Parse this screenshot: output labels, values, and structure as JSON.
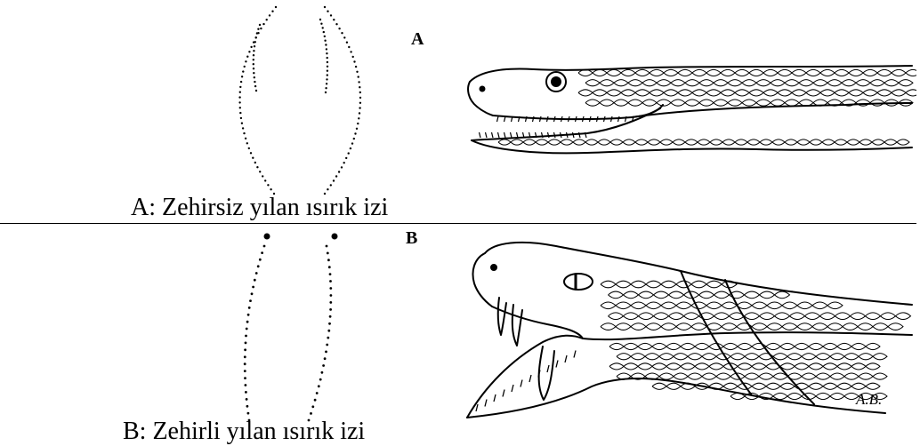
{
  "panel_a": {
    "letter": "A",
    "caption": "A: Zehirsiz yılan ısırık izi"
  },
  "panel_b": {
    "letter": "B",
    "caption": "B:  Zehirli yılan ısırık izi"
  },
  "signature": "A.B.",
  "colors": {
    "ink": "#000000",
    "background": "#ffffff"
  }
}
